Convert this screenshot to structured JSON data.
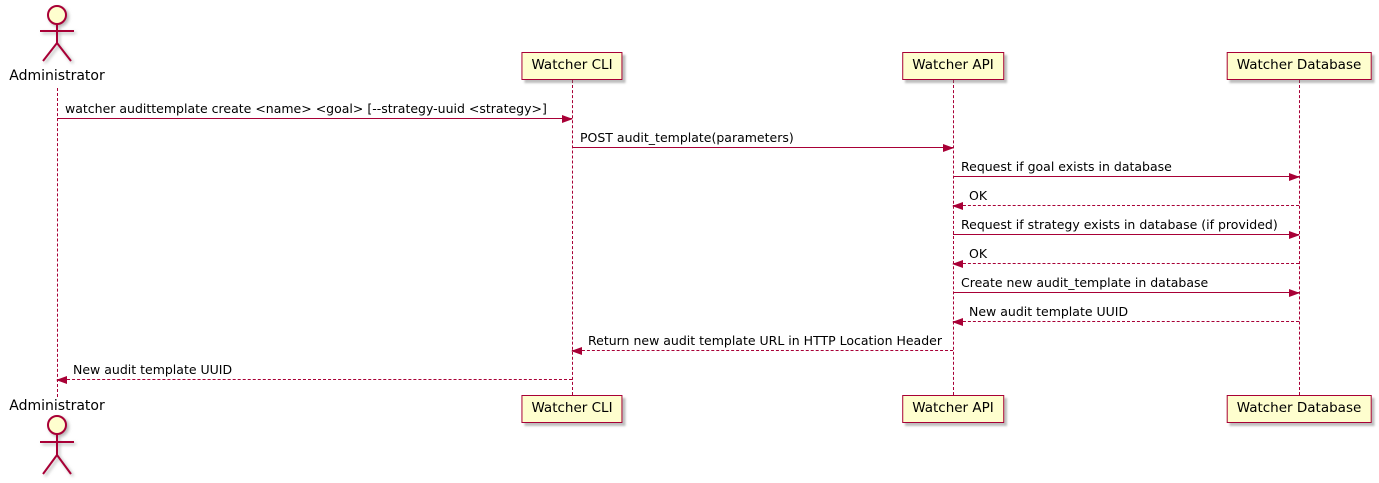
{
  "diagram": {
    "type": "uml-sequence",
    "colors": {
      "participant_fill": "#FEFECE",
      "border": "#A80036",
      "arrow": "#A80036",
      "lifeline": "#A80036",
      "text": "#000000",
      "background": "#FFFFFF"
    },
    "actor": {
      "name": "Administrator"
    },
    "participants": [
      {
        "name": "Watcher CLI"
      },
      {
        "name": "Watcher API"
      },
      {
        "name": "Watcher Database"
      }
    ],
    "messages": [
      {
        "from": "Administrator",
        "to": "Watcher CLI",
        "style": "solid",
        "label": "watcher audittemplate create <name> <goal> [--strategy-uuid <strategy>]"
      },
      {
        "from": "Watcher CLI",
        "to": "Watcher API",
        "style": "solid",
        "label": "POST audit_template(parameters)"
      },
      {
        "from": "Watcher API",
        "to": "Watcher Database",
        "style": "solid",
        "label": "Request if goal exists in database"
      },
      {
        "from": "Watcher Database",
        "to": "Watcher API",
        "style": "dashed",
        "label": "OK"
      },
      {
        "from": "Watcher API",
        "to": "Watcher Database",
        "style": "solid",
        "label": "Request if strategy exists in database (if provided)"
      },
      {
        "from": "Watcher Database",
        "to": "Watcher API",
        "style": "dashed",
        "label": "OK"
      },
      {
        "from": "Watcher API",
        "to": "Watcher Database",
        "style": "solid",
        "label": "Create new audit_template in database"
      },
      {
        "from": "Watcher Database",
        "to": "Watcher API",
        "style": "dashed",
        "label": "New audit template UUID"
      },
      {
        "from": "Watcher API",
        "to": "Watcher CLI",
        "style": "dashed",
        "label": "Return new audit template URL in HTTP Location Header"
      },
      {
        "from": "Watcher CLI",
        "to": "Administrator",
        "style": "dashed",
        "label": "New audit template UUID"
      }
    ]
  }
}
